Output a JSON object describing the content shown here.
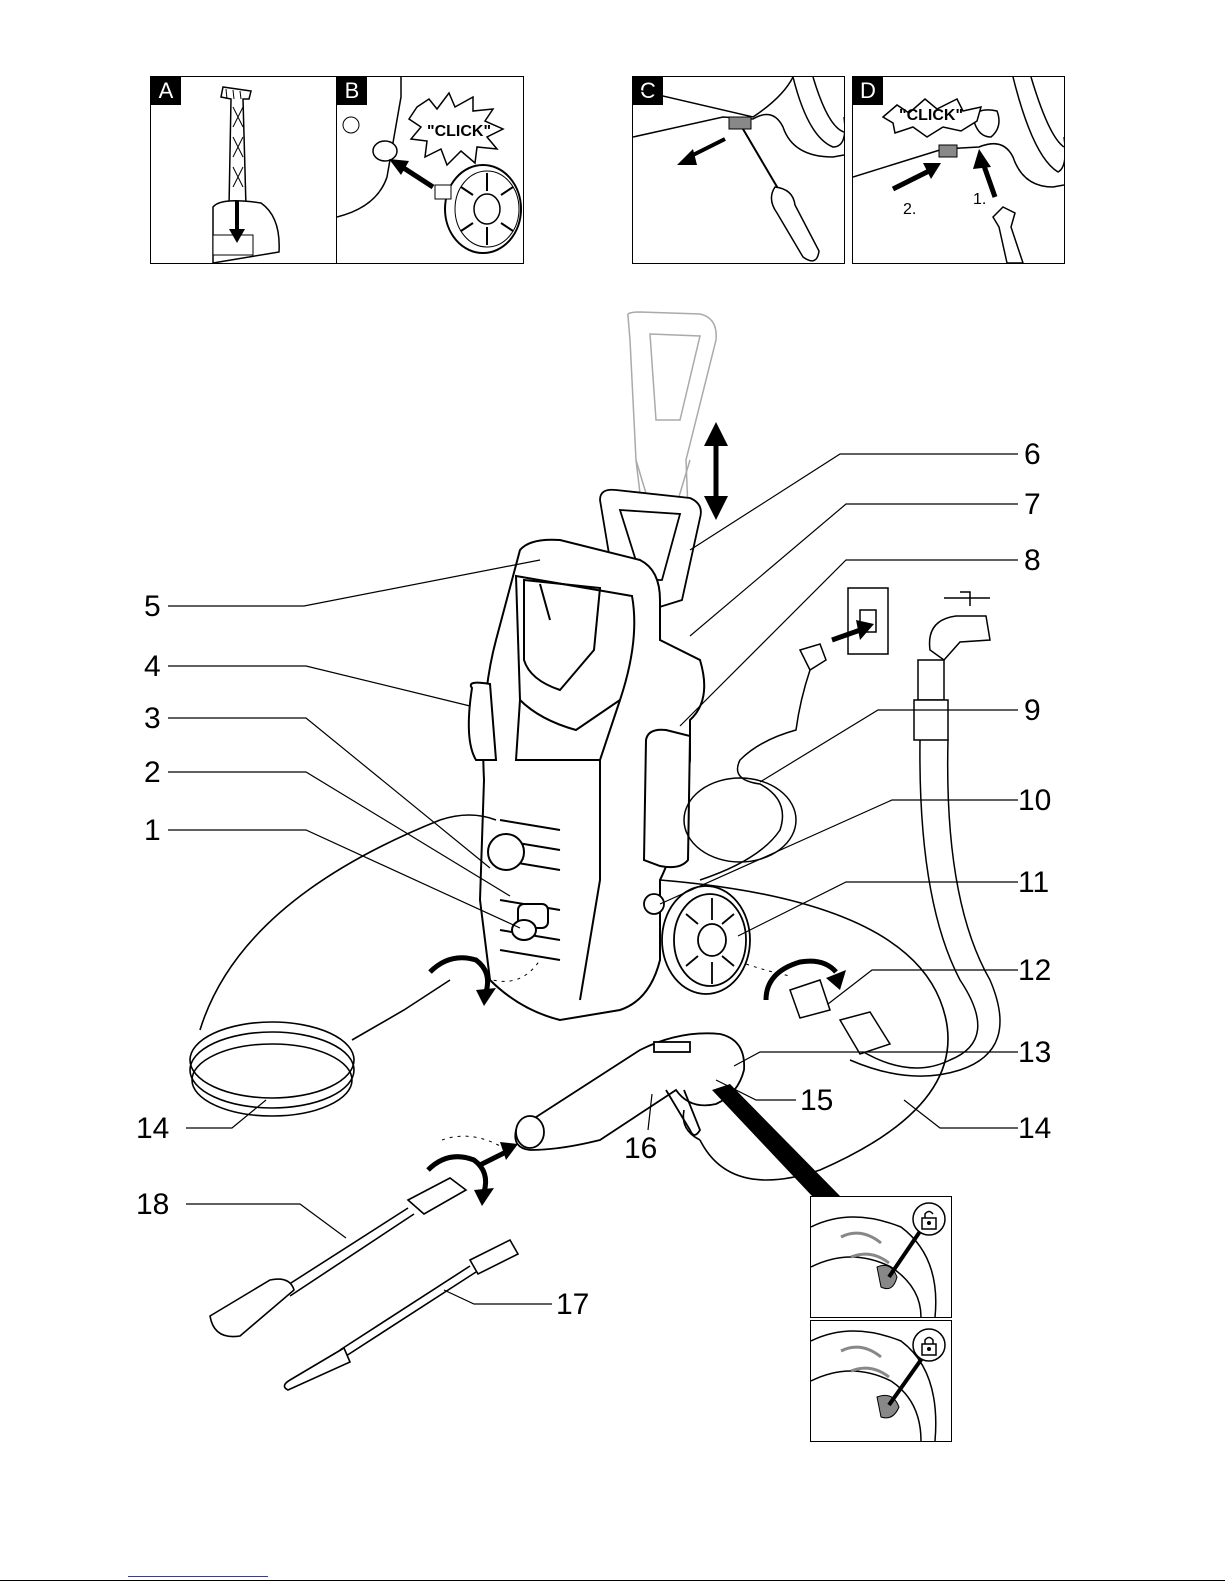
{
  "panels": [
    {
      "id": "A",
      "tag": "A"
    },
    {
      "id": "B",
      "tag": "B",
      "click": "\"CLICK\""
    },
    {
      "id": "C",
      "tag": "C"
    },
    {
      "id": "D",
      "tag": "D",
      "click": "\"CLICK\"",
      "step1": "1.",
      "step2": "2."
    }
  ],
  "callouts": {
    "c1": "1",
    "c2": "2",
    "c3": "3",
    "c4": "4",
    "c5": "5",
    "c6": "6",
    "c7": "7",
    "c8": "8",
    "c9": "9",
    "c10": "10",
    "c11": "11",
    "c12": "12",
    "c13": "13",
    "c14_left": "14",
    "c14_right": "14",
    "c15": "15",
    "c16": "16",
    "c17": "17",
    "c18": "18"
  },
  "icons": [
    "lock-open-icon",
    "lock-closed-icon",
    "arrow-icon",
    "rotate-arrow-icon"
  ]
}
